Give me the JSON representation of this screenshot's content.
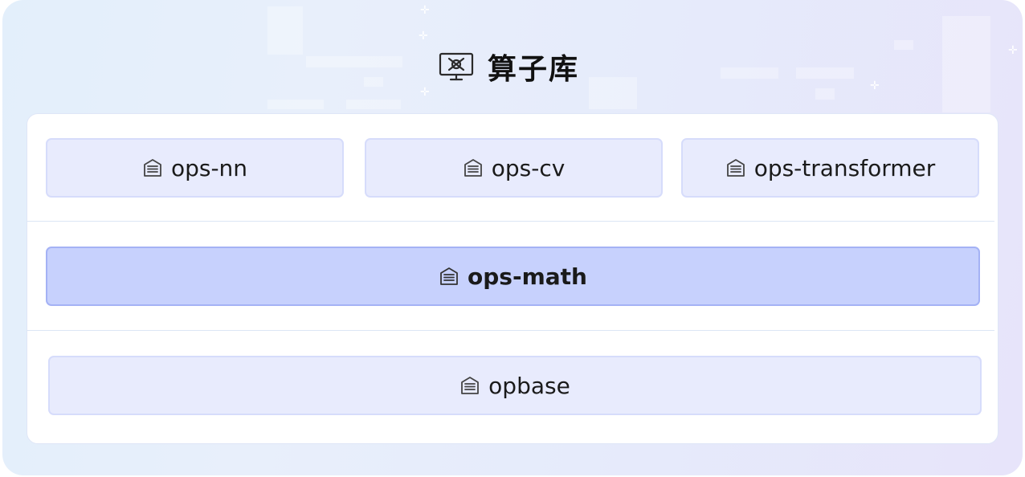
{
  "header": {
    "title": "算子库",
    "icon": "operator-library-icon"
  },
  "modules": {
    "top": [
      {
        "label": "ops-nn",
        "icon": "document-stack-icon"
      },
      {
        "label": "ops-cv",
        "icon": "document-stack-icon"
      },
      {
        "label": "ops-transformer",
        "icon": "document-stack-icon"
      }
    ],
    "middle": {
      "label": "ops-math",
      "icon": "document-stack-icon",
      "highlighted": true
    },
    "bottom": {
      "label": "opbase",
      "icon": "document-stack-icon"
    }
  },
  "colors": {
    "module_fill": "#e8ebfd",
    "module_border": "#d6dcfb",
    "highlight_fill": "#c7d1fd",
    "highlight_border": "#a4b2f5"
  }
}
